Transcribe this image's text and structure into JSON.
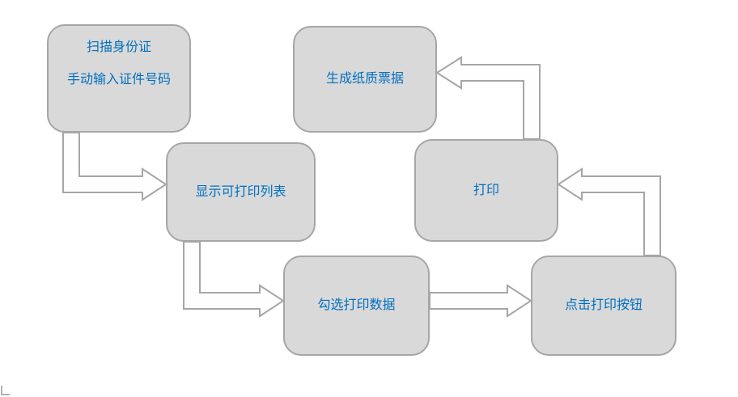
{
  "colors": {
    "bg": "#ffffff",
    "box-fill": "#d9d9d9",
    "box-border": "#a6a6a6",
    "arrow-fill": "#fefefe",
    "arrow-border": "#a6a6a6",
    "text-color": "#0070c0"
  },
  "nodes": {
    "scan": {
      "line1": "扫描身份证",
      "line2": "手动输入证件号码"
    },
    "list": {
      "label": "显示可打印列表"
    },
    "select": {
      "label": "勾选打印数据"
    },
    "click_print": {
      "label": "点击打印按钮"
    },
    "print": {
      "label": "打印"
    },
    "ticket": {
      "label": "生成纸质票据"
    }
  }
}
